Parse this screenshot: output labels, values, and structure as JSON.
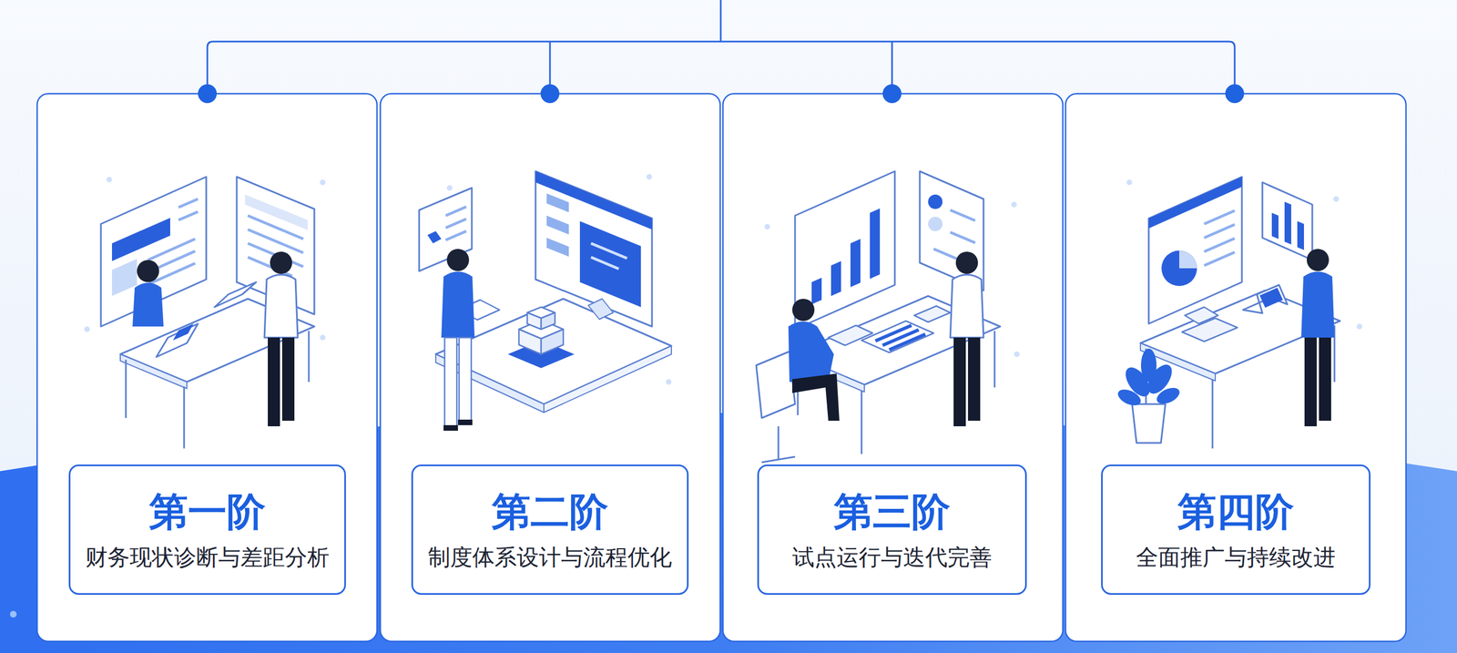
{
  "diagram": {
    "nodes": [
      {
        "text": [
          "第一阶",
          "财务现状诊断与差距分析"
        ]
      },
      {
        "text": [
          "第二阶",
          "制度体系设计与流程优化"
        ]
      },
      {
        "text": [
          "第三阶",
          "试点运行与迭代完善"
        ]
      },
      {
        "text": [
          "第四阶",
          "全面推广与持续改进"
        ]
      }
    ]
  }
}
